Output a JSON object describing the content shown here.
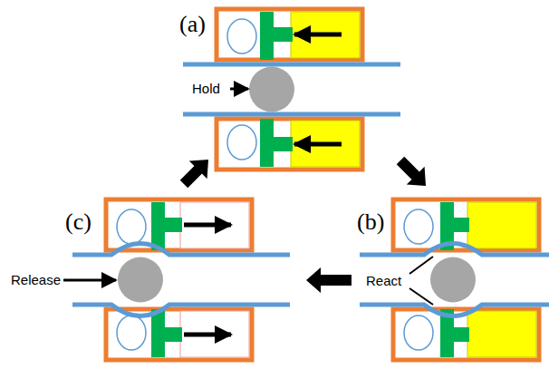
{
  "diagram": {
    "labels": [
      "(a)",
      "Hold",
      "(b)",
      "React",
      "(c)",
      "Release"
    ]
  }
}
